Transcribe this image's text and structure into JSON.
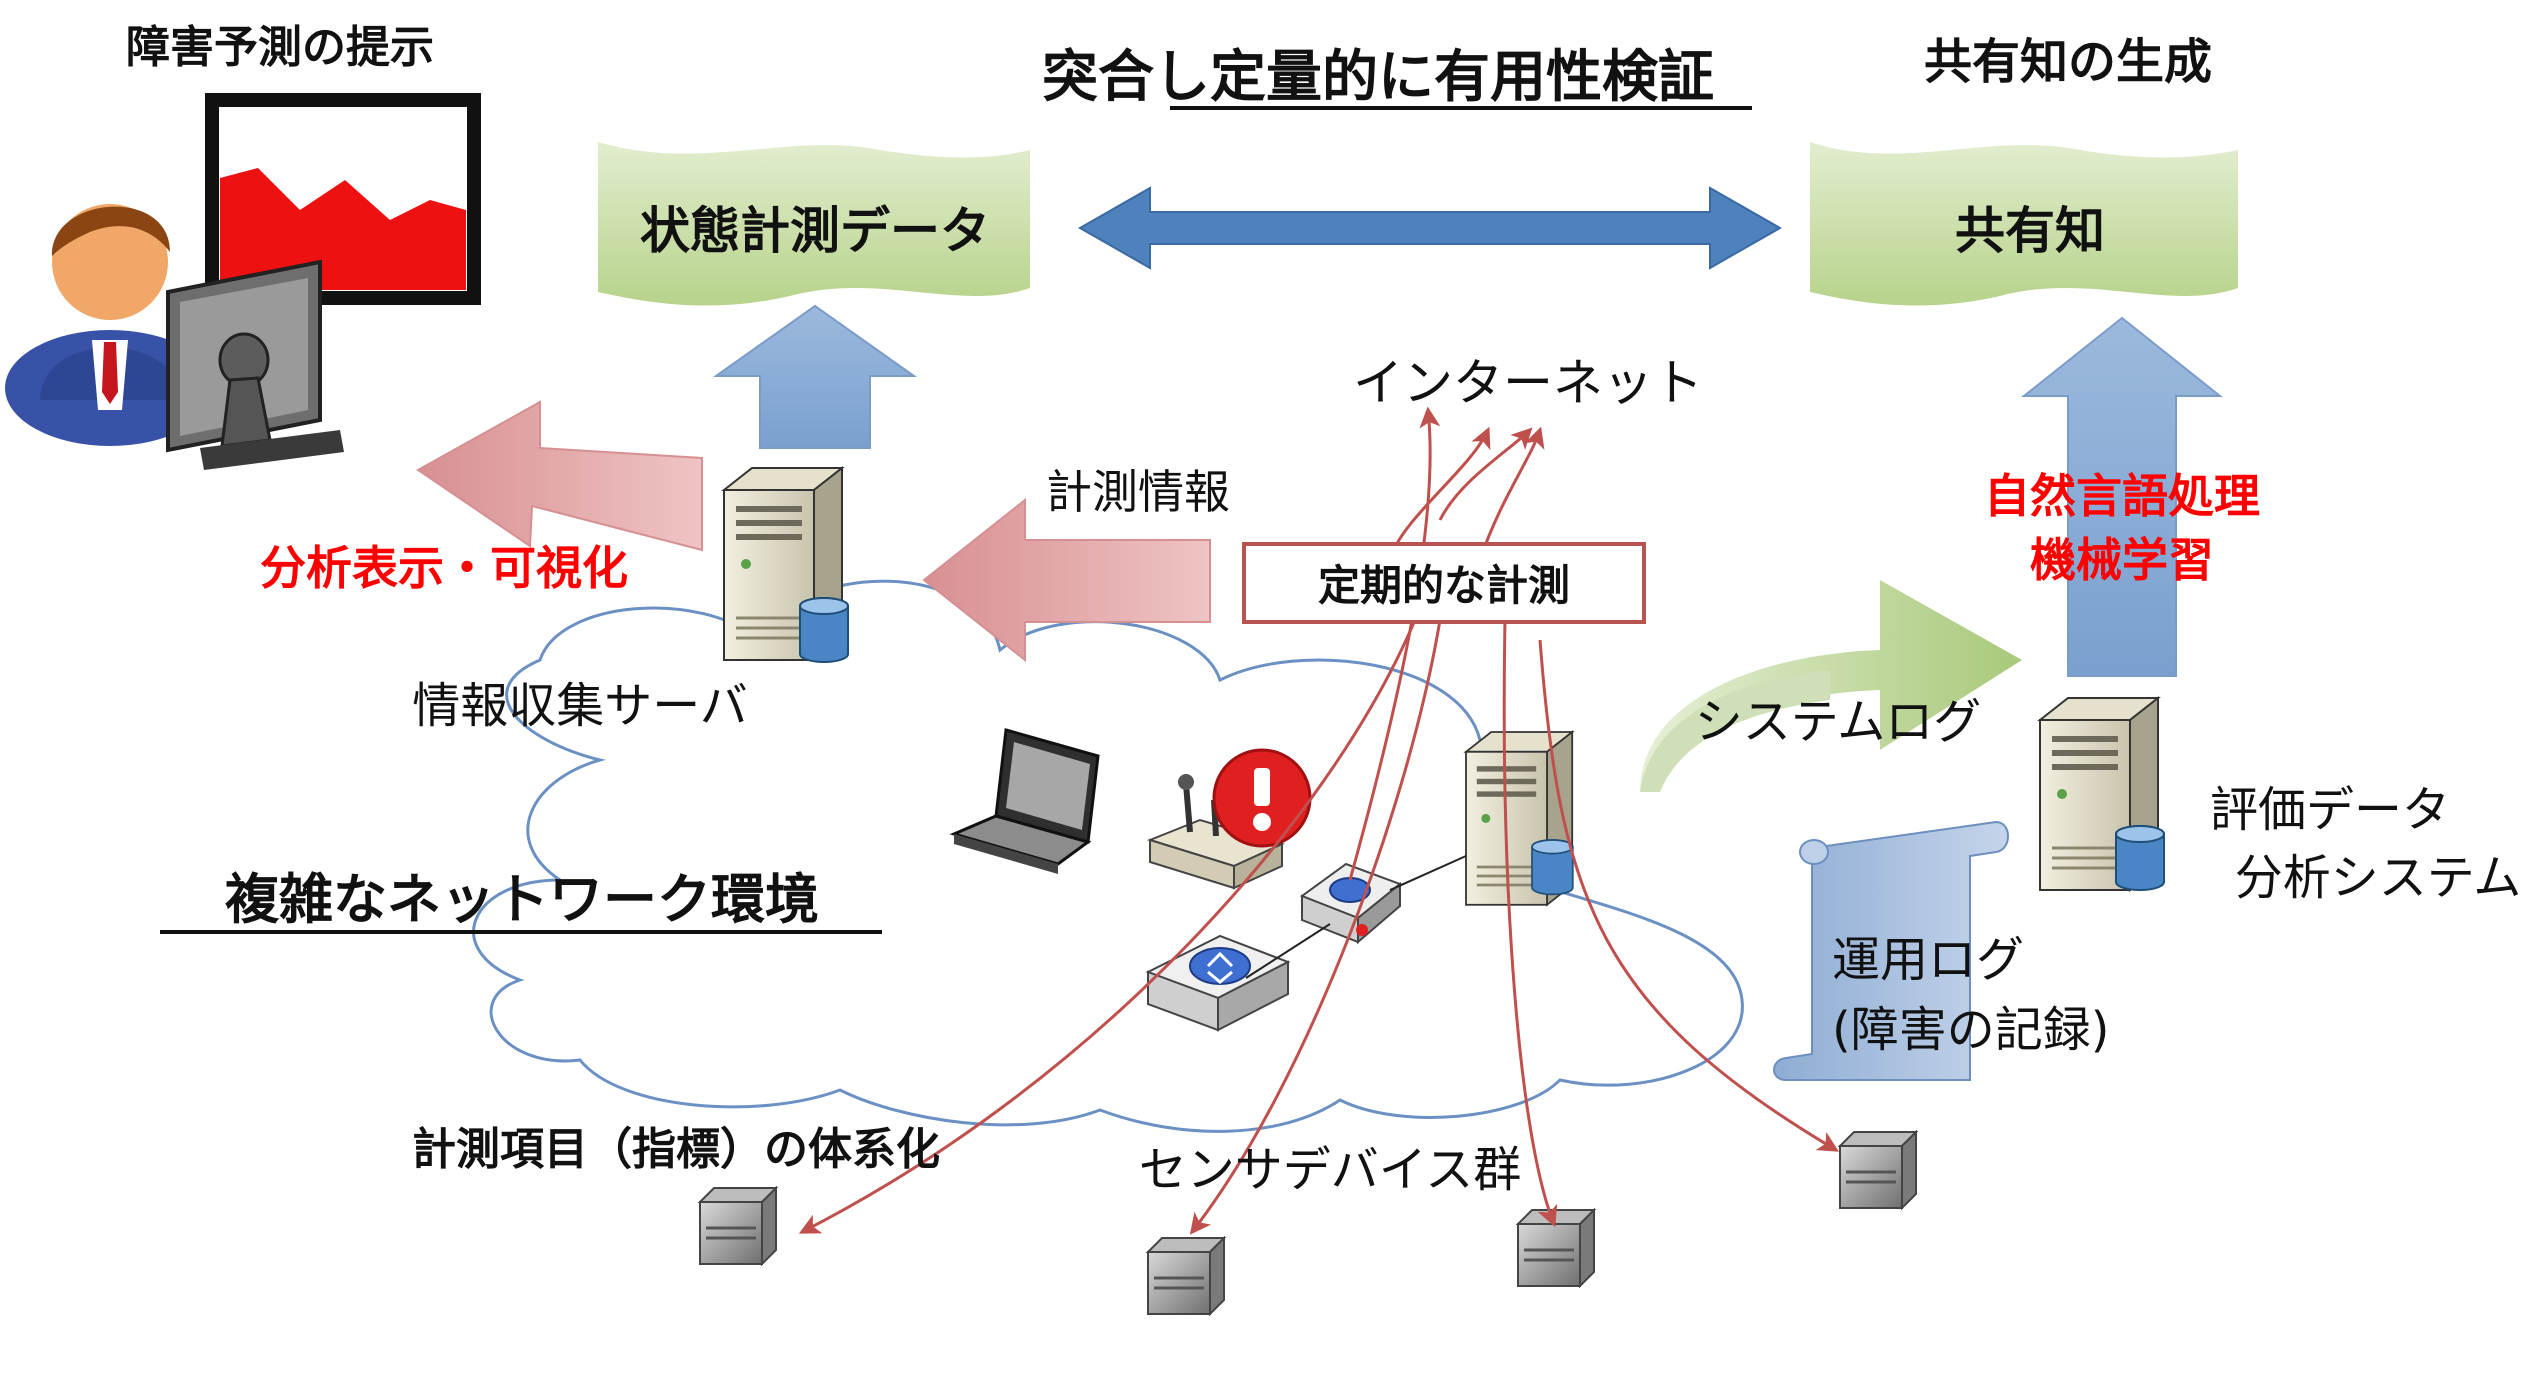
{
  "labels": {
    "fault_prediction": "障害予測の提示",
    "verification": "突合し定量的に有用性検証",
    "shared_knowledge_generation": "共有知の生成",
    "state_data": "状態計測データ",
    "shared_knowledge": "共有知",
    "internet": "インターネット",
    "measurement_info": "計測情報",
    "analysis_display": "分析表示・可視化",
    "periodic_measurement": "定期的な計測",
    "collector_server": "情報収集サーバ",
    "system_log": "システムログ",
    "nlp": "自然言語処理",
    "ml": "機械学習",
    "eval_line1": "評価データ",
    "eval_line2": "分析システム",
    "complex_network": "複雑なネットワーク環境",
    "ops_log_line1": "運用ログ",
    "ops_log_line2": "(障害の記録)",
    "indicator_system": "計測項目（指標）の体系化",
    "sensor_devices": "センサデバイス群"
  },
  "icons": {
    "user": "user-at-monitor-icon",
    "monitor": "monitor-chart-icon",
    "server": "server-icon",
    "laptop": "laptop-icon",
    "router": "router-icon",
    "switch": "switch-icon",
    "wireless_ap": "wireless-ap-icon",
    "alert": "alert-icon",
    "sensor": "sensor-device-icon",
    "cloud": "cloud-icon",
    "scroll": "scroll-icon"
  },
  "colors": {
    "banner_fill": "#c9dea3",
    "arrow_blue": "#4f81bd",
    "arrow_blue_light": "#95b3d7",
    "arrow_red_light": "#d9999a",
    "arrow_red_line": "#c0504d",
    "alert_red": "#e02020",
    "text_red": "#ff0000",
    "cloud_stroke": "#6b90c4",
    "green_arrow": "#b3cd84"
  }
}
